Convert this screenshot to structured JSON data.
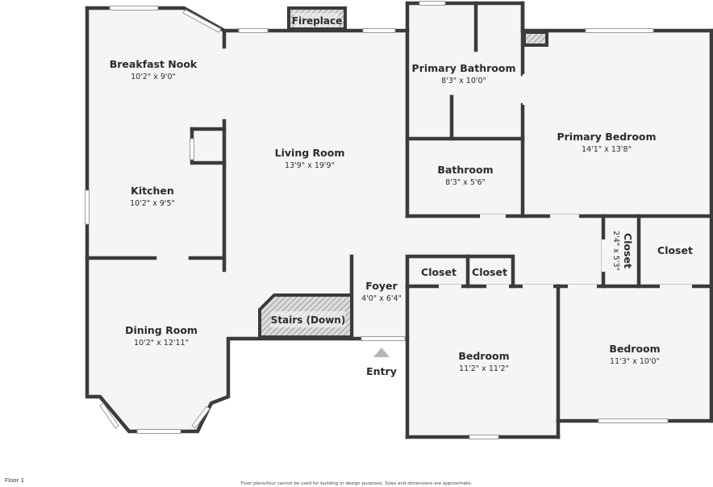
{
  "rooms": {
    "breakfast_nook": {
      "name": "Breakfast Nook",
      "dims": "10'2\" x 9'0\""
    },
    "kitchen": {
      "name": "Kitchen",
      "dims": "10'2\" x 9'5\""
    },
    "dining_room": {
      "name": "Dining Room",
      "dims": "10'2\" x 12'11\""
    },
    "living_room": {
      "name": "Living Room",
      "dims": "13'9\" x 19'9\""
    },
    "foyer": {
      "name": "Foyer",
      "dims": "4'0\" x 6'4\""
    },
    "primary_bathroom": {
      "name": "Primary Bathroom",
      "dims": "8'3\" x 10'0\""
    },
    "bathroom": {
      "name": "Bathroom",
      "dims": "8'3\" x 5'6\""
    },
    "primary_bedroom": {
      "name": "Primary Bedroom",
      "dims": "14'1\" x 13'8\""
    },
    "closet_narrow": {
      "name": "Closet",
      "dims": "2'4\" x 5'3\""
    },
    "closet_right": {
      "name": "Closet"
    },
    "closet_a": {
      "name": "Closet"
    },
    "closet_b": {
      "name": "Closet"
    },
    "bedroom_center": {
      "name": "Bedroom",
      "dims": "11'2\" x 11'2\""
    },
    "bedroom_right": {
      "name": "Bedroom",
      "dims": "11'3\" x 10'0\""
    }
  },
  "features": {
    "fireplace": "Fireplace",
    "stairs": "Stairs (Down)",
    "entry": "Entry"
  },
  "footer": {
    "floor": "Floor 1",
    "disclaimer": "Floor plans/tour cannot be used for building or design purposes. Sizes and dimensions are approximate."
  }
}
